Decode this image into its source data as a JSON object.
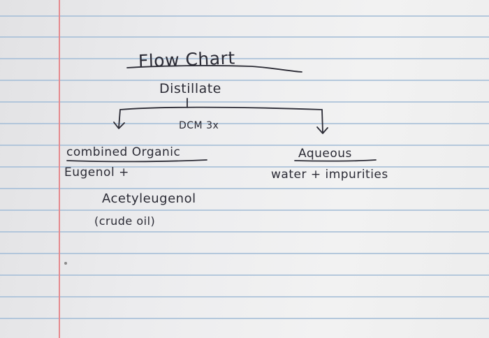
{
  "flowchart": {
    "title": "Flow Chart",
    "root": "Distillate",
    "operation": "DCM 3x",
    "left_branch": {
      "heading": "combined Organic",
      "line1": "Eugenol +",
      "line2": "Acetyleugenol",
      "line3": "(crude oil)"
    },
    "right_branch": {
      "heading": "Aqueous",
      "line1": "water + impurities"
    }
  },
  "colors": {
    "ink": "#2b2b35",
    "rule_lines": "#a9c1d8",
    "margin_line": "#e58a8e",
    "paper": "#eeeeee"
  }
}
